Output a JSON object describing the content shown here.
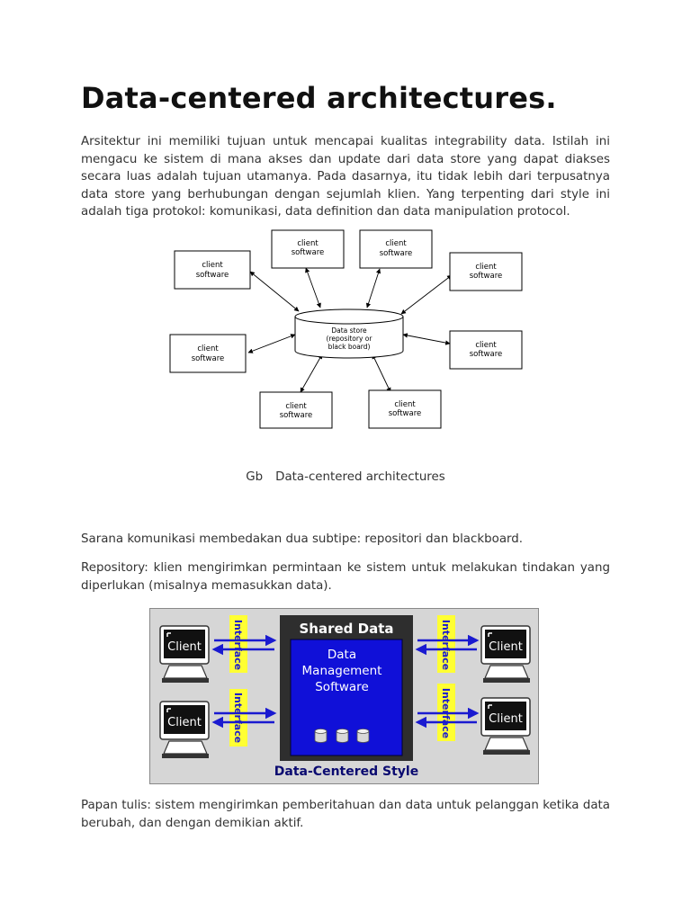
{
  "heading": "Data-centered architectures.",
  "paragraphs": {
    "intro": "Arsitektur ini memiliki tujuan untuk mencapai kualitas integrability data. Istilah ini mengacu ke sistem di mana akses dan update dari data store yang dapat diakses secara luas adalah tujuan utamanya. Pada dasarnya, itu tidak lebih dari terpusatnya data store yang berhubungan dengan sejumlah klien. Yang terpenting dari style ini adalah tiga protokol: komunikasi, data definition dan data manipulation protocol.",
    "subtypes": "Sarana komunikasi membedakan dua subtipe: repositori dan blackboard.",
    "repository": "Repository: klien mengirimkan permintaan ke sistem untuk melakukan tindakan yang diperlukan (misalnya memasukkan data).",
    "blackboard": "Papan tulis: sistem mengirimkan pemberitahuan dan data untuk pelanggan ketika data berubah, dan dengan demikian aktif."
  },
  "figure1": {
    "client_line1": "client",
    "client_line2": "software",
    "store_line1": "Data store",
    "store_line2": "(repository or",
    "store_line3": "black board)"
  },
  "caption": {
    "prefix": "Gb",
    "text": "Data-centered architectures"
  },
  "figure2": {
    "shared_data": "Shared Data",
    "dms_line1": "Data",
    "dms_line2": "Management",
    "dms_line3": "Software",
    "interface": "Interface",
    "client": "Client",
    "style_title": "Data-Centered Style"
  },
  "colors": {
    "blue_panel": "#1010d8",
    "dark_panel": "#2e2e2e",
    "interface_yellow": "#ffff33",
    "frame_gray": "#d6d6d6",
    "navy_text": "#0a0a70"
  }
}
